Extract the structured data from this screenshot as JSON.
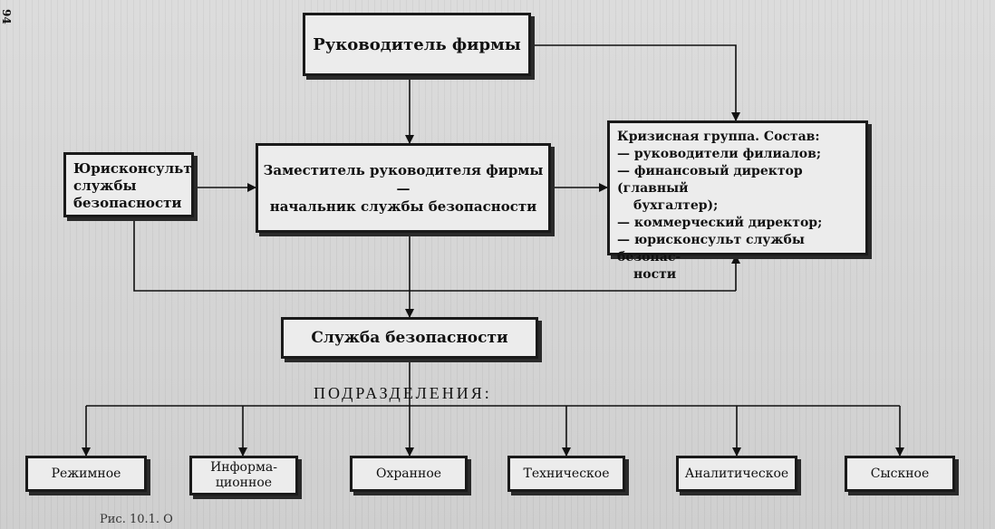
{
  "page_number": "94",
  "boxes": {
    "head": "Руководитель фирмы",
    "deputy_line1": "Заместитель руководителя фирмы —",
    "deputy_line2": "начальник службы безопасности",
    "lawyer_line1": "Юрисконсульт",
    "lawyer_line2": "службы",
    "lawyer_line3": "безопасности",
    "crisis_title": "Кризисная группа. Состав:",
    "crisis_items": [
      "— руководители филиалов;",
      "— финансовый директор (главный",
      "бухгалтер);",
      "— коммерческий директор;",
      "— юрисконсульт службы безопас-",
      "ности"
    ],
    "security": "Служба безопасности"
  },
  "subdivisions_label": "ПОДРАЗДЕЛЕНИЯ:",
  "units": [
    "Режимное",
    "Информа-\nционное",
    "Охранное",
    "Техническое",
    "Аналитическое",
    "Сыскное"
  ],
  "caption": "Рис. 10.1. О"
}
